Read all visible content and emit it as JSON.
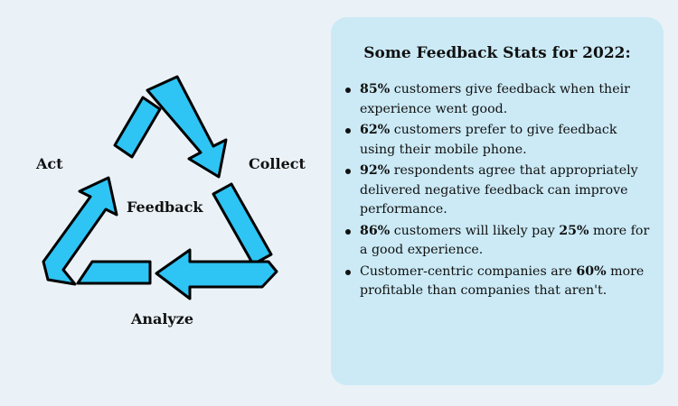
{
  "diagram": {
    "center": "Feedback",
    "stages": {
      "act": "Act",
      "collect": "Collect",
      "analyze": "Analyze"
    },
    "colors": {
      "arrow_fill": "#2ec4f4",
      "arrow_outline": "#000000",
      "panel": "#cbeaf6",
      "background": "#eaf2f7"
    }
  },
  "panel": {
    "title": "Some Feedback Stats for 2022:",
    "stats": [
      {
        "pre": "",
        "num1": "85%",
        "mid": " customers give feedback when their experience went good.",
        "num2": "",
        "post": ""
      },
      {
        "pre": "",
        "num1": "62%",
        "mid": " customers prefer to give feedback using their mobile phone.",
        "num2": "",
        "post": ""
      },
      {
        "pre": "",
        "num1": "92%",
        "mid": " respondents agree that appropriately delivered negative feedback can improve performance.",
        "num2": "",
        "post": ""
      },
      {
        "pre": "",
        "num1": "86%",
        "mid": " customers will likely pay ",
        "num2": "25%",
        "post": " more for a good experience."
      },
      {
        "pre": "Customer-centric companies are ",
        "num1": "60%",
        "mid": " more profitable than companies that aren't.",
        "num2": "",
        "post": ""
      }
    ]
  }
}
